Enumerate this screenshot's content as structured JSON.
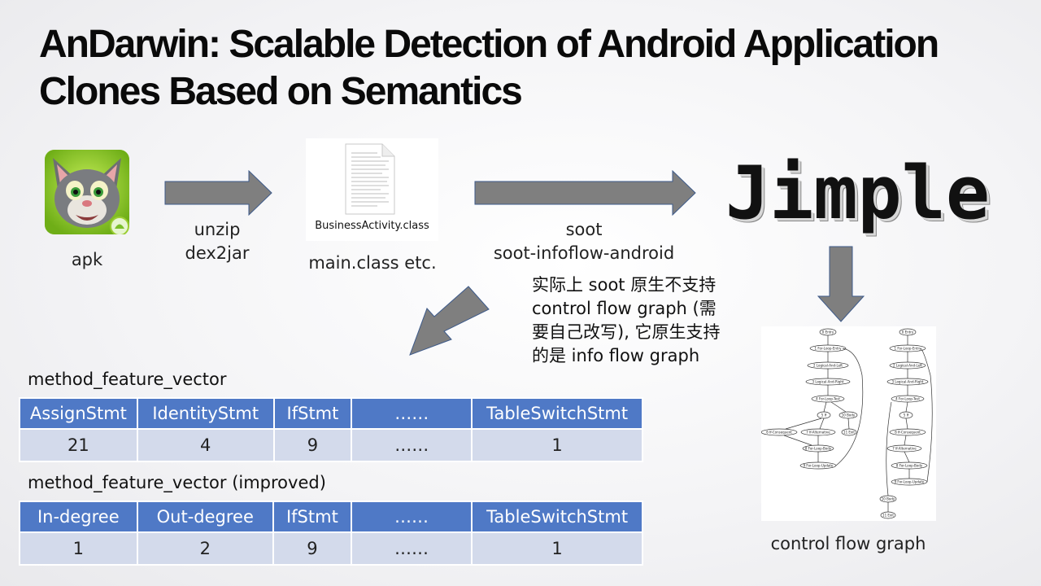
{
  "title": "AnDarwin:  Scalable Detection of Android Application Clones Based on Semantics",
  "apk": {
    "label": "apk"
  },
  "arrow1": {
    "line1": "unzip",
    "line2": "dex2jar"
  },
  "class_file": {
    "caption": "BusinessActivity.class",
    "label": "main.class etc."
  },
  "arrow2": {
    "line1": "soot",
    "line2": "soot-infoflow-android"
  },
  "jimple": "Jimple",
  "note": "实际上 soot 原生不支持 control flow graph (需要自己改写), 它原生支持的是 info flow graph",
  "cfg": {
    "label": "control flow graph"
  },
  "colors": {
    "header_bg": "#4f79c6",
    "row_bg": "#d3daeb",
    "arrow": "#7f7f7f"
  },
  "icons": [
    "talking-tom-app-icon",
    "document-icon",
    "control-flow-graph-image"
  ],
  "chart_data": [
    {
      "type": "table",
      "title": "method_feature_vector",
      "columns": [
        "AssignStmt",
        "IdentityStmt",
        "IfStmt",
        "……",
        "TableSwitchStmt"
      ],
      "rows": [
        [
          "21",
          "4",
          "9",
          "……",
          "1"
        ]
      ]
    },
    {
      "type": "table",
      "title": "method_feature_vector (improved)",
      "columns": [
        "In-degree",
        "Out-degree",
        "IfStmt",
        "……",
        "TableSwitchStmt"
      ],
      "rows": [
        [
          "1",
          "2",
          "9",
          "……",
          "1"
        ]
      ]
    }
  ]
}
